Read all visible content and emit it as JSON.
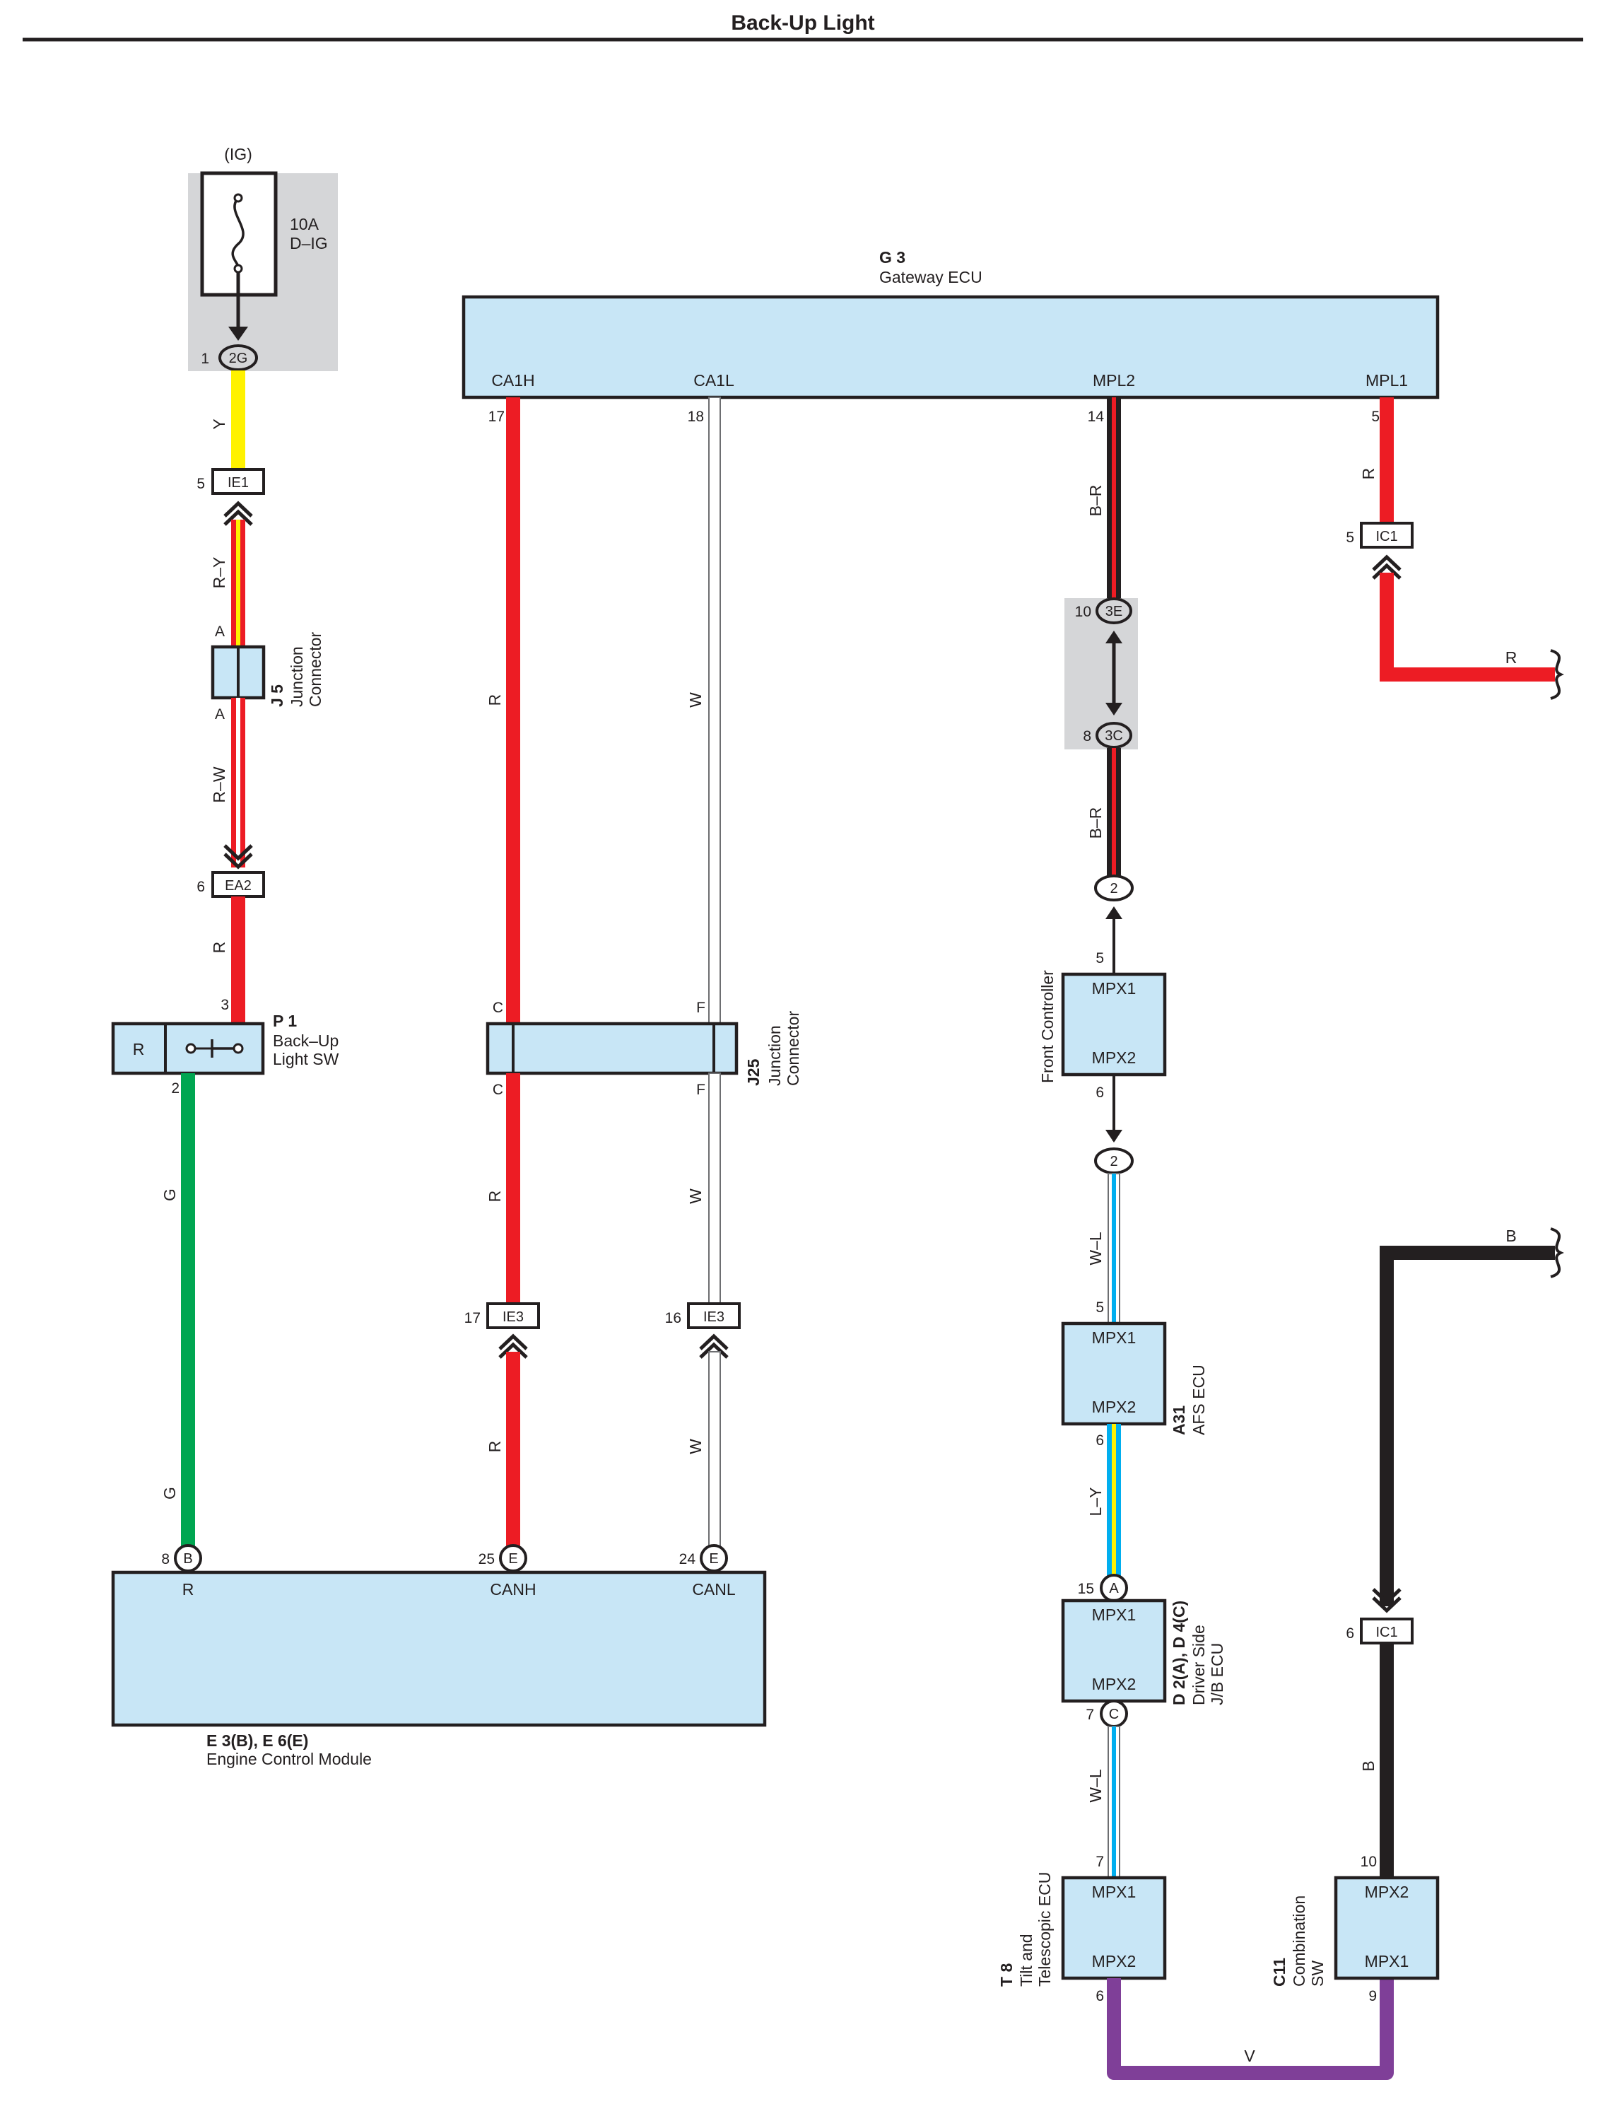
{
  "title": "Back-Up Light",
  "fuse": {
    "supply": "(IG)",
    "rating": "10A",
    "name": "D–IG",
    "connector": "2G",
    "pin": "1"
  },
  "components": {
    "gateway": {
      "ref": "G 3",
      "name": "Gateway ECU",
      "pins": [
        "CA1H",
        "CA1L",
        "MPL2",
        "MPL1"
      ],
      "pin_numbers": [
        "17",
        "18",
        "14",
        "5"
      ]
    },
    "j5": {
      "ref": "J 5",
      "name1": "Junction",
      "name2": "Connector",
      "pin_top": "A",
      "pin_bottom": "A"
    },
    "p1": {
      "ref": "P 1",
      "name1": "Back–Up",
      "name2": "Light SW",
      "terminal": "R",
      "pin_top": "3",
      "pin_bottom": "2"
    },
    "j25": {
      "ref": "J25",
      "name1": "Junction",
      "name2": "Connector",
      "pin_c_top": "C",
      "pin_f_top": "F",
      "pin_c_bottom": "C",
      "pin_f_bottom": "F"
    },
    "ecm": {
      "ref": "E 3(B), E 6(E)",
      "name": "Engine Control Module",
      "pins": [
        "R",
        "CANH",
        "CANL"
      ],
      "pin_numbers": [
        "8",
        "25",
        "24"
      ],
      "connectors": [
        "B",
        "E",
        "E"
      ]
    },
    "front_controller": {
      "name": "Front Controller",
      "top": "MPX1",
      "bottom": "MPX2",
      "pin_top": "5",
      "pin_bottom": "6"
    },
    "afs": {
      "ref": "A31",
      "name": "AFS ECU",
      "top": "MPX1",
      "bottom": "MPX2",
      "pin_top": "5",
      "pin_bottom": "6"
    },
    "jb": {
      "ref": "D 2(A), D 4(C)",
      "name1": "Driver Side",
      "name2": "J/B ECU",
      "top": "MPX1",
      "bottom": "MPX2",
      "pin_top": "15",
      "conn_top": "A",
      "pin_bottom": "7",
      "conn_bottom": "C"
    },
    "t8": {
      "ref": "T 8",
      "name1": "Tilt and",
      "name2": "Telescopic ECU",
      "top": "MPX1",
      "bottom": "MPX2",
      "pin_top": "7",
      "pin_bottom": "6"
    },
    "c11": {
      "ref": "C11",
      "name1": "Combination",
      "name2": "SW",
      "top": "MPX2",
      "bottom": "MPX1",
      "pin_top": "10",
      "pin_bottom": "9"
    }
  },
  "connectors": {
    "ie1": {
      "name": "IE1",
      "pin": "5"
    },
    "ea2": {
      "name": "EA2",
      "pin": "6"
    },
    "ie3a": {
      "name": "IE3",
      "pin": "17"
    },
    "ie3b": {
      "name": "IE3",
      "pin": "16"
    },
    "ic1a": {
      "name": "IC1",
      "pin": "5"
    },
    "ic1b": {
      "name": "IC1",
      "pin": "6"
    },
    "c3e": {
      "name": "3E",
      "pin": "10"
    },
    "c3c": {
      "name": "3C",
      "pin": "8"
    },
    "fc_top": {
      "name": "2"
    },
    "fc_bottom": {
      "name": "2"
    }
  },
  "wire_labels": {
    "y": "Y",
    "ry": "R–Y",
    "rw": "R–W",
    "r_ea2": "R",
    "g1": "G",
    "g2": "G",
    "canh1": "R",
    "canh2": "R",
    "canh3": "R",
    "canl1": "W",
    "canl2": "W",
    "canl3": "W",
    "br1": "B–R",
    "br2": "B–R",
    "mpl1": "R",
    "mpl1_out": "R",
    "wl1": "W–L",
    "ly": "L–Y",
    "wl2": "W–L",
    "b_in": "B",
    "b_down": "B",
    "v": "V"
  },
  "wire_colors": {
    "red": "#ed1c24",
    "yellow": "#fff200",
    "green": "#00a651",
    "white": "#ffffff",
    "black": "#231f20",
    "blue": "#00aeef",
    "purple": "#7f3f98",
    "box_fill": "#c8e6f6",
    "shade": "#d5d6d8"
  }
}
